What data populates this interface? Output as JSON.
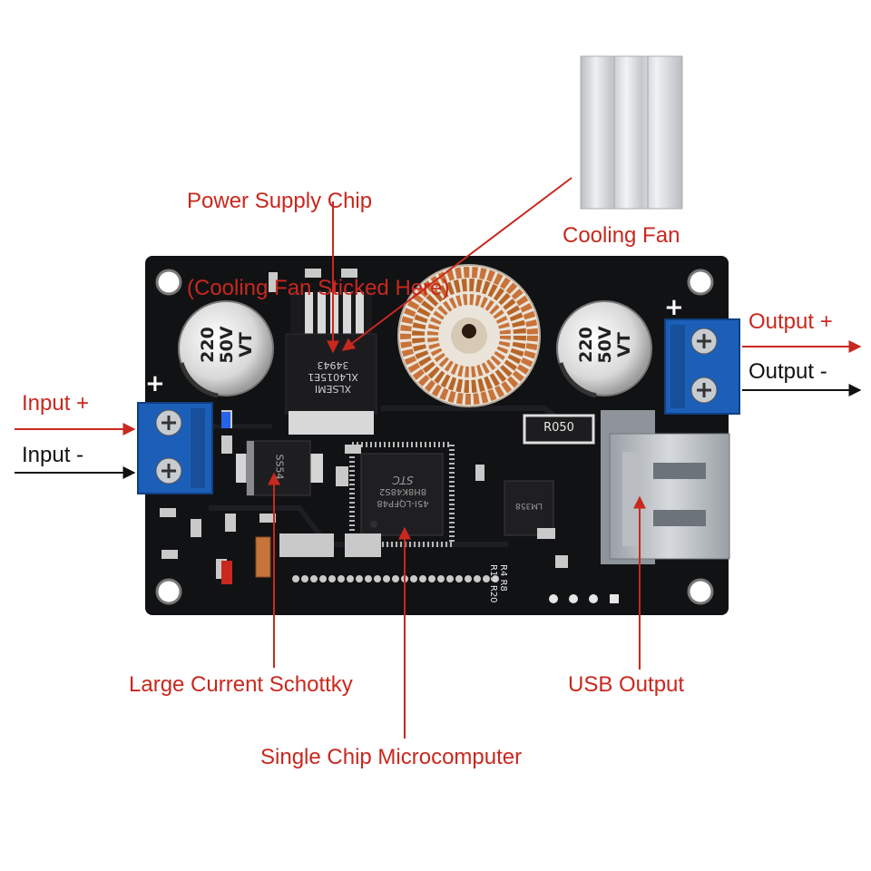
{
  "colors": {
    "label_red": "#c8281e",
    "label_black": "#111111",
    "pcb": "#111214",
    "terminal_blue": "#1c5fb8",
    "copper": "#c8733a"
  },
  "labels": {
    "power_chip_line1": "Power Supply Chip",
    "power_chip_line2": "(Cooling Fan Sticked Here)",
    "cooling_fan": "Cooling Fan",
    "input_plus": "Input +",
    "input_minus": "Input -",
    "output_plus": "Output +",
    "output_minus": "Output -",
    "schottky": "Large Current Schottky",
    "mcu": "Single Chip Microcomputer",
    "usb_output": "USB Output"
  },
  "board": {
    "cap_line1": "220",
    "cap_line2": "50V",
    "cap_line3": "VT",
    "chip_brand": "XLSEMI",
    "chip_model": "XL4015E1",
    "chip_code": "34943",
    "resistor": "R050",
    "diode": "SS54",
    "mcu_brand": "STC",
    "mcu_model": "8H8K48S2",
    "mcu_code": "45I-LQFP48",
    "opamp": "LM358",
    "ref_r4": "R4",
    "ref_r8": "R8",
    "ref_r19": "R19",
    "ref_r20": "R20",
    "plus_in": "+",
    "plus_out": "+"
  }
}
